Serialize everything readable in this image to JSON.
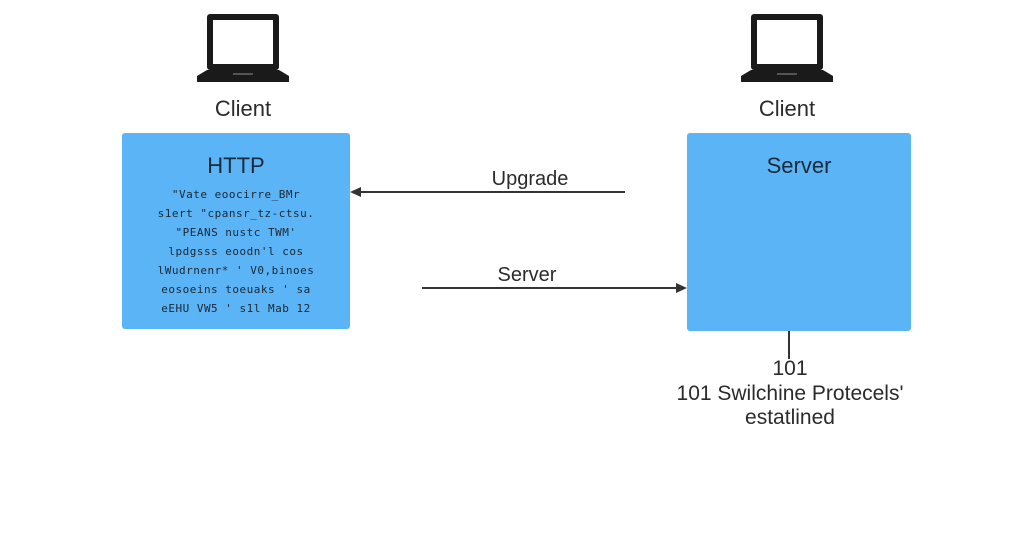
{
  "diagram": {
    "left_node": {
      "icon": "laptop-icon",
      "caption": "Client",
      "box_title": "HTTP",
      "box_lines": [
        "\"Vate eoocirre_BMr",
        "s1ert \"cpansr_tz-ctsu.",
        "\"PEANS nustc TWM'",
        "lpdgsss eoodn'l cos",
        "lWudrnenr* ' V0,binoes",
        "eosoeins toeuaks ' sa",
        "eEHU VW5 ' s1l Mab 12"
      ]
    },
    "right_node": {
      "icon": "laptop-icon",
      "caption": "Client",
      "box_title": "Server"
    },
    "arrows": {
      "top_label": "Upgrade",
      "bottom_label": "Server"
    },
    "status_note": {
      "code": "101",
      "line1": "101 Swilchine Protecels'",
      "line2": "estatlined"
    },
    "colors": {
      "box_fill": "#5ab4f6",
      "stroke": "#333333"
    }
  }
}
